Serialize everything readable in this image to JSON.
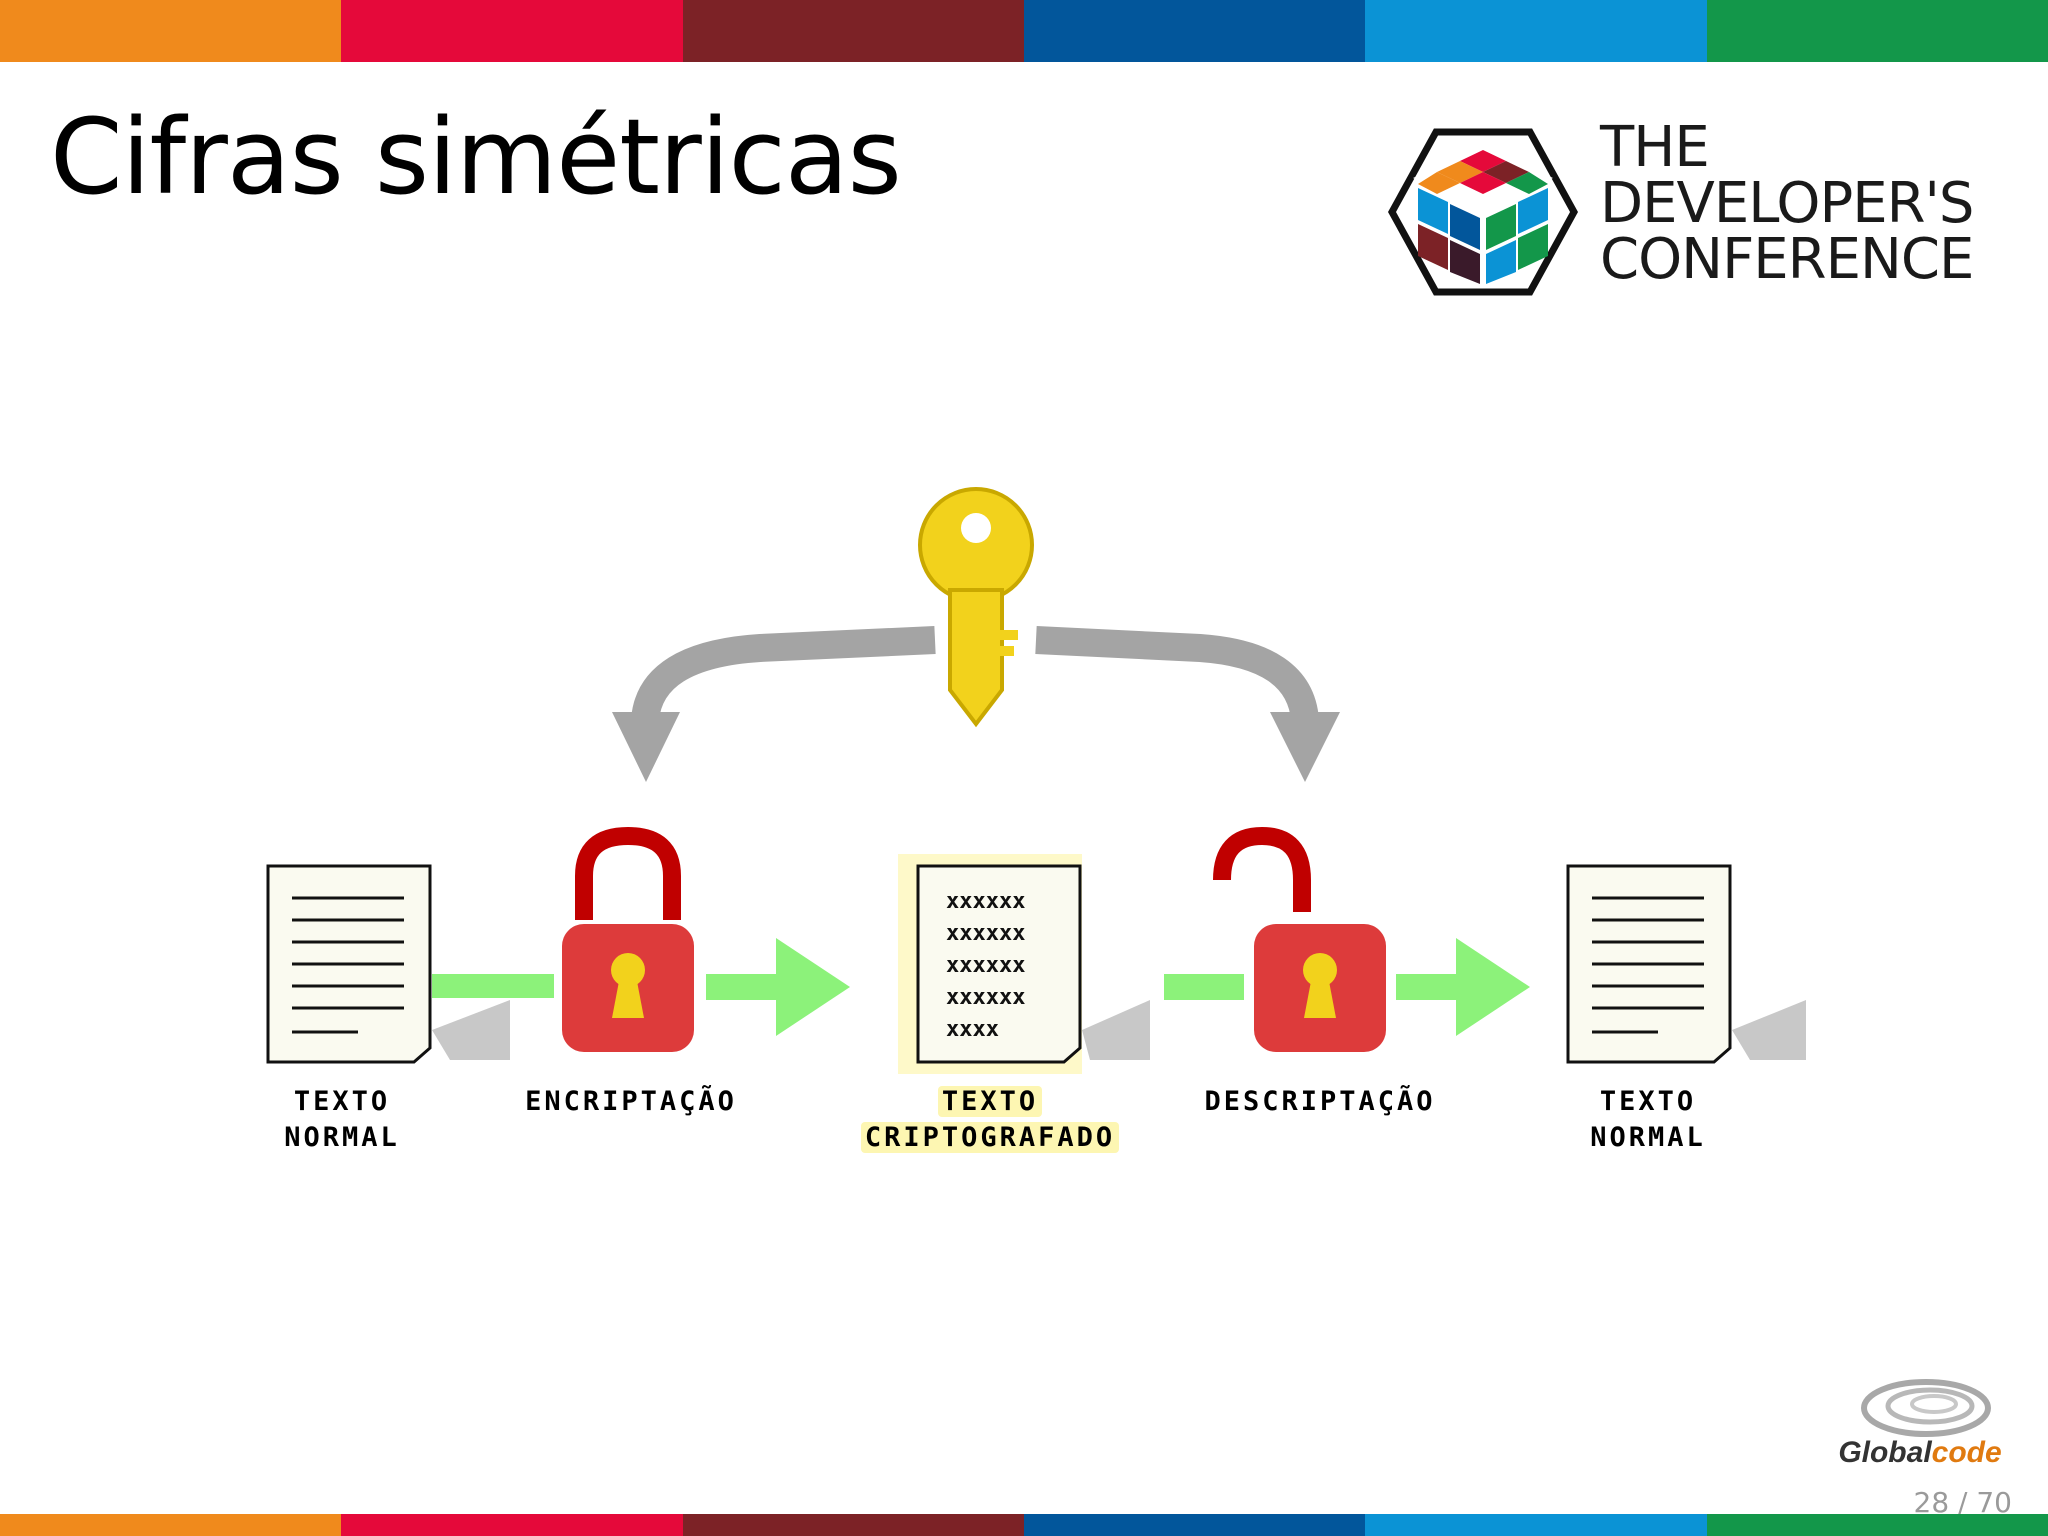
{
  "title": "Cifras simétricas",
  "colors": {
    "bar": [
      "#f08a1c",
      "#e5093a",
      "#7c2226",
      "#02569b",
      "#0b93d5",
      "#13974a"
    ],
    "key": "#f2d21c",
    "lock_body": "#dd3b3b",
    "shackle": "#c00000",
    "arrow_green": "#8cf27a",
    "arrow_gray": "#a4a4a4"
  },
  "conference_logo": {
    "lines": [
      "THE",
      "DEVELOPER'S",
      "CONFERENCE"
    ],
    "icon": "cube-icon"
  },
  "diagram": {
    "labels": {
      "plain_left": [
        "TEXTO",
        "NORMAL"
      ],
      "encrypt": "ENCRIPTAÇÃO",
      "cipher": [
        "TEXTO",
        "CRIPTOGRAFADO"
      ],
      "decrypt": "DESCRIPTAÇÃO",
      "plain_right": [
        "TEXTO",
        "NORMAL"
      ]
    },
    "cipher_lines": [
      "xxxxxx",
      "xxxxxx",
      "xxxxxx",
      "xxxxxx",
      "xxxx"
    ],
    "icons": [
      "key-icon",
      "padlock-closed-icon",
      "padlock-open-icon",
      "document-icon",
      "arrow-right-icon",
      "curved-arrow-icon"
    ]
  },
  "footer": {
    "brand_prefix": "Global",
    "brand_suffix": "code",
    "page_number": "28 / 70"
  }
}
